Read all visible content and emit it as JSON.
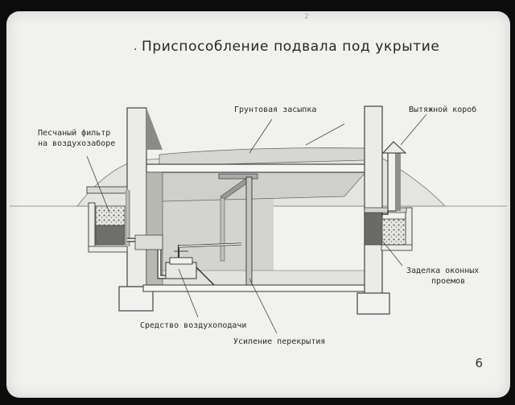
{
  "page": {
    "number": "6",
    "top_mark": "2"
  },
  "title": "Приспособление подвала под укрытие",
  "labels": {
    "soil_backfill": "Грунтовая засыпка",
    "exhaust_duct": "Вытяжной короб",
    "sand_filter_line1": "Песчаный фильтр",
    "sand_filter_line2": "на воздухозаборе",
    "window_sealing_line1": "Заделка оконных",
    "window_sealing_line2": "проемов",
    "air_supply": "Средство воздухоподачи",
    "ceiling_reinforcement": "Усиление перекрытия"
  }
}
